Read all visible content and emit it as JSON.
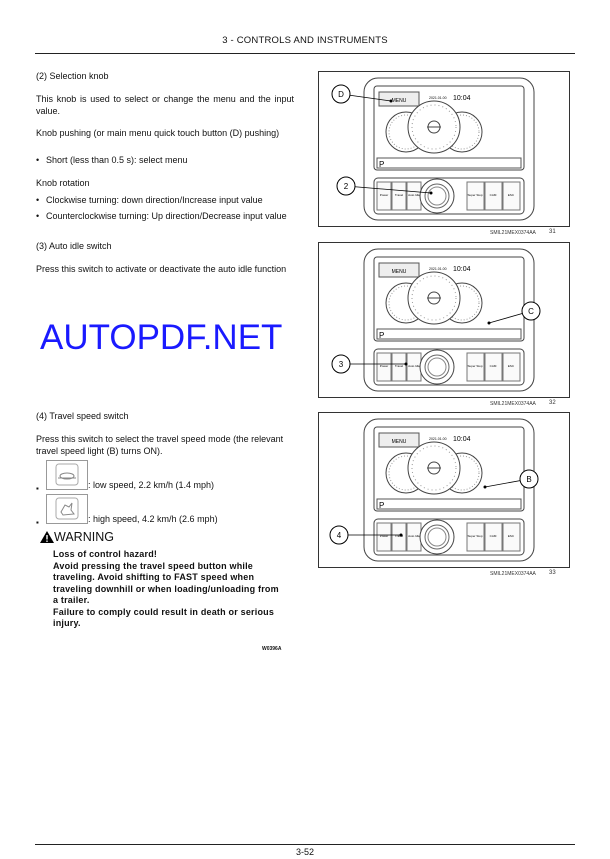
{
  "header": {
    "title": "3 - CONTROLS AND INSTRUMENTS"
  },
  "section2": {
    "heading": "(2) Selection knob",
    "intro": "This knob is used to select or change the menu and the input value.",
    "push_heading": "Knob pushing (or main menu quick touch button (D) pushing)",
    "push_items": [
      "Short (less than 0.5 s): select menu"
    ],
    "rotation_heading": "Knob rotation",
    "rotation_items": [
      "Clockwise turning: down direction/Increase input value",
      "Counterclockwise turning: Up direction/Decrease input value"
    ]
  },
  "section3": {
    "heading": "(3) Auto idle switch",
    "text": "Press this switch to activate or deactivate the auto idle function"
  },
  "section4": {
    "heading": "(4) Travel speed switch",
    "text": "Press this switch to select the travel speed mode (the relevant travel speed light (B) turns ON).",
    "items": [
      {
        "icon": "turtle-icon",
        "label": ": low speed, 2.2 km/h (1.4 mph)"
      },
      {
        "icon": "rabbit-icon",
        "label": ": high speed, 4.2 km/h (2.6 mph)"
      }
    ]
  },
  "warning": {
    "title": "WARNING",
    "lines": [
      "Loss of control hazard!",
      "Avoid pressing the travel speed button while traveling. Avoid shifting to FAST speed when traveling downhill or when loading/unloading from a trailer.",
      "Failure to comply could result in death or serious injury."
    ],
    "code": "W0396A"
  },
  "figures": [
    {
      "callouts": [
        "D",
        "2"
      ],
      "ref": "SMIL21MEX0374AA",
      "number": "31",
      "menu": "MENU",
      "time": "10:04",
      "date": "2021.01.00"
    },
    {
      "callouts": [
        "C",
        "3"
      ],
      "ref": "SMIL21MEX0374AA",
      "number": "32",
      "menu": "MENU",
      "time": "10:04",
      "date": "2021.01.00"
    },
    {
      "callouts": [
        "B",
        "4"
      ],
      "ref": "SMIL21MEX0374AA",
      "number": "33",
      "menu": "MENU",
      "time": "10:04",
      "date": "2021.01.00"
    }
  ],
  "buttons": [
    "Power",
    "Travel",
    "Auto Idle",
    "Super Stop",
    "CAM",
    "ESC"
  ],
  "watermark": "AUTOPDF.NET",
  "footer": {
    "page": "3-52"
  }
}
